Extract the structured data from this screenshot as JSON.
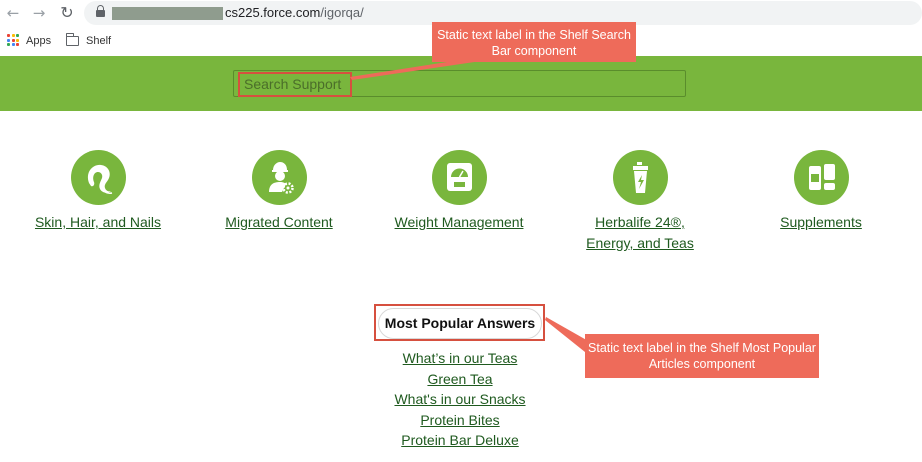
{
  "browser": {
    "url_text": "cs225.force.com",
    "url_path": "/igorqa/",
    "bookmarks": [
      {
        "label": "Apps",
        "icon": "apps-grid-icon"
      },
      {
        "label": "Shelf",
        "icon": "folder-icon"
      }
    ]
  },
  "search": {
    "placeholder": "Search Support"
  },
  "categories": [
    {
      "label": "Skin, Hair, and Nails",
      "icon": "hair-icon"
    },
    {
      "label": "Migrated Content",
      "icon": "user-gear-icon"
    },
    {
      "label": "Weight Management",
      "icon": "scale-icon"
    },
    {
      "label": "Herbalife 24®, Energy, and Teas",
      "icon": "energy-drink-icon"
    },
    {
      "label": "Supplements",
      "icon": "supplements-icon"
    }
  ],
  "popular": {
    "title": "Most Popular Answers",
    "items": [
      "What’s in our Teas",
      "Green Tea",
      "What's in our Snacks",
      "Protein Bites",
      "Protein Bar Deluxe"
    ]
  },
  "annotations": {
    "search_callout": "Static text label in the Shelf Search Bar component",
    "popular_callout": "Static text label in the Shelf Most Popular Articles component"
  },
  "colors": {
    "brand_green": "#79b63d",
    "link_green": "#1f5a1f",
    "callout_red": "#ee6b5a",
    "highlight_red": "#d6503f"
  }
}
